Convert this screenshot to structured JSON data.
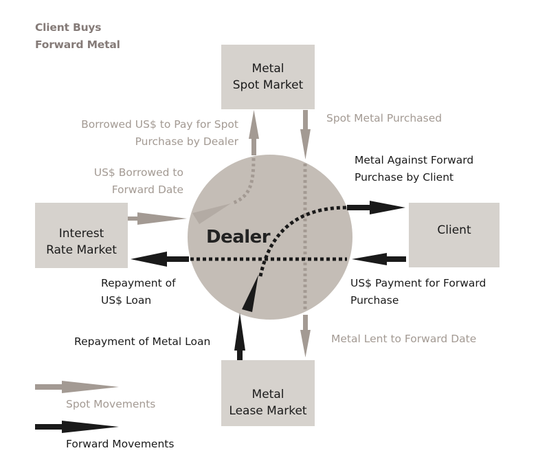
{
  "title": {
    "line1": "Client Buys",
    "line2": "Forward Metal"
  },
  "nodes": {
    "spot_market": {
      "line1": "Metal",
      "line2": "Spot Market"
    },
    "interest_rate_market": {
      "line1": "Interest",
      "line2": "Rate Market"
    },
    "client": {
      "label": "Client"
    },
    "lease_market": {
      "line1": "Metal",
      "line2": "Lease Market"
    },
    "dealer": {
      "label": "Dealer"
    }
  },
  "flows": {
    "borrowed_usd_spot": {
      "line1": "Borrowed US$ to Pay for Spot",
      "line2": "Purchase by Dealer",
      "type": "spot"
    },
    "spot_metal_purchased": {
      "label": "Spot Metal Purchased",
      "type": "spot"
    },
    "usd_borrowed_forward": {
      "line1": "US$ Borrowed to",
      "line2": "Forward Date",
      "type": "spot"
    },
    "metal_against_forward": {
      "line1": "Metal Against Forward",
      "line2": "Purchase by Client",
      "type": "forward"
    },
    "repayment_usd_loan": {
      "line1": "Repayment of",
      "line2": "US$ Loan",
      "type": "forward"
    },
    "usd_payment_forward": {
      "line1": "US$ Payment for Forward",
      "line2": "Purchase",
      "type": "forward"
    },
    "repayment_metal_loan": {
      "label": "Repayment of Metal Loan",
      "type": "forward"
    },
    "metal_lent_forward": {
      "label": "Metal Lent to Forward Date",
      "type": "spot"
    }
  },
  "legend": {
    "spot": {
      "label": "Spot Movements",
      "color": "#a39a93"
    },
    "forward": {
      "label": "Forward Movements",
      "color": "#1a1a1a"
    }
  },
  "colors": {
    "box_fill": "#d6d2cd",
    "circle_fill": "#c4bdb6",
    "spot": "#a39a93",
    "forward": "#1a1a1a",
    "title": "#857b78"
  }
}
